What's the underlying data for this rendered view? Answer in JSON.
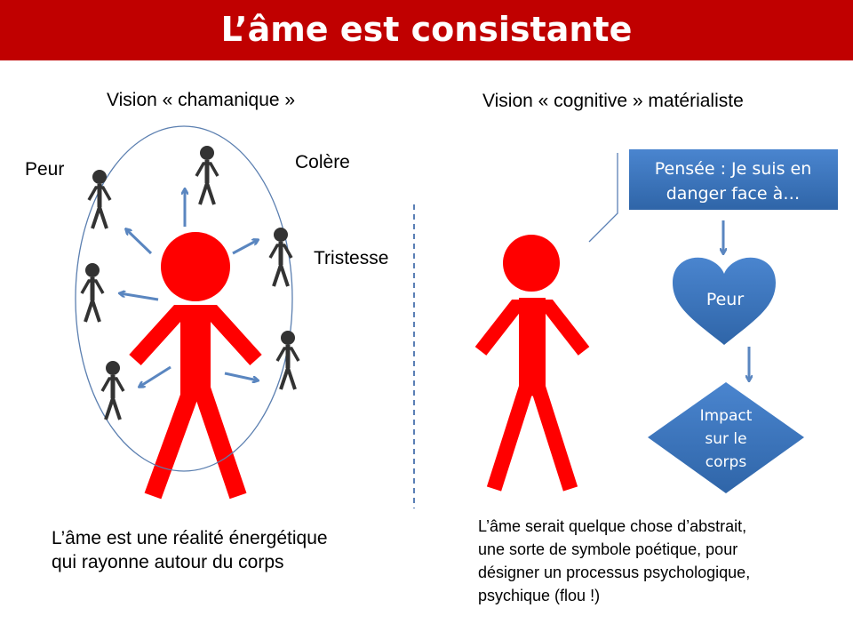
{
  "title": "L’âme est consistante",
  "left": {
    "heading": "Vision « chamanique »",
    "labels": {
      "fear": "Peur",
      "anger": "Colère",
      "sadness": "Tristesse"
    },
    "caption": [
      "L’âme est une réalité énergétique",
      "qui rayonne autour du corps"
    ]
  },
  "right": {
    "heading": "Vision « cognitive » matérialiste",
    "thought_box": [
      "Pensée : Je suis en",
      "danger face à…"
    ],
    "heart_label": "Peur",
    "diamond_label": [
      "Impact",
      "sur le",
      "corps"
    ],
    "caption": [
      "L’âme serait quelque chose d’abstrait,",
      "une sorte de symbole poétique, pour",
      "désigner un processus psychologique,",
      "psychique (flou !)"
    ]
  },
  "colors": {
    "title_bg": "#c00000",
    "figure": "#ff0000",
    "small_figure": "#333333",
    "shape_blue": "#3f78bf",
    "arrow": "#5a86c0"
  }
}
